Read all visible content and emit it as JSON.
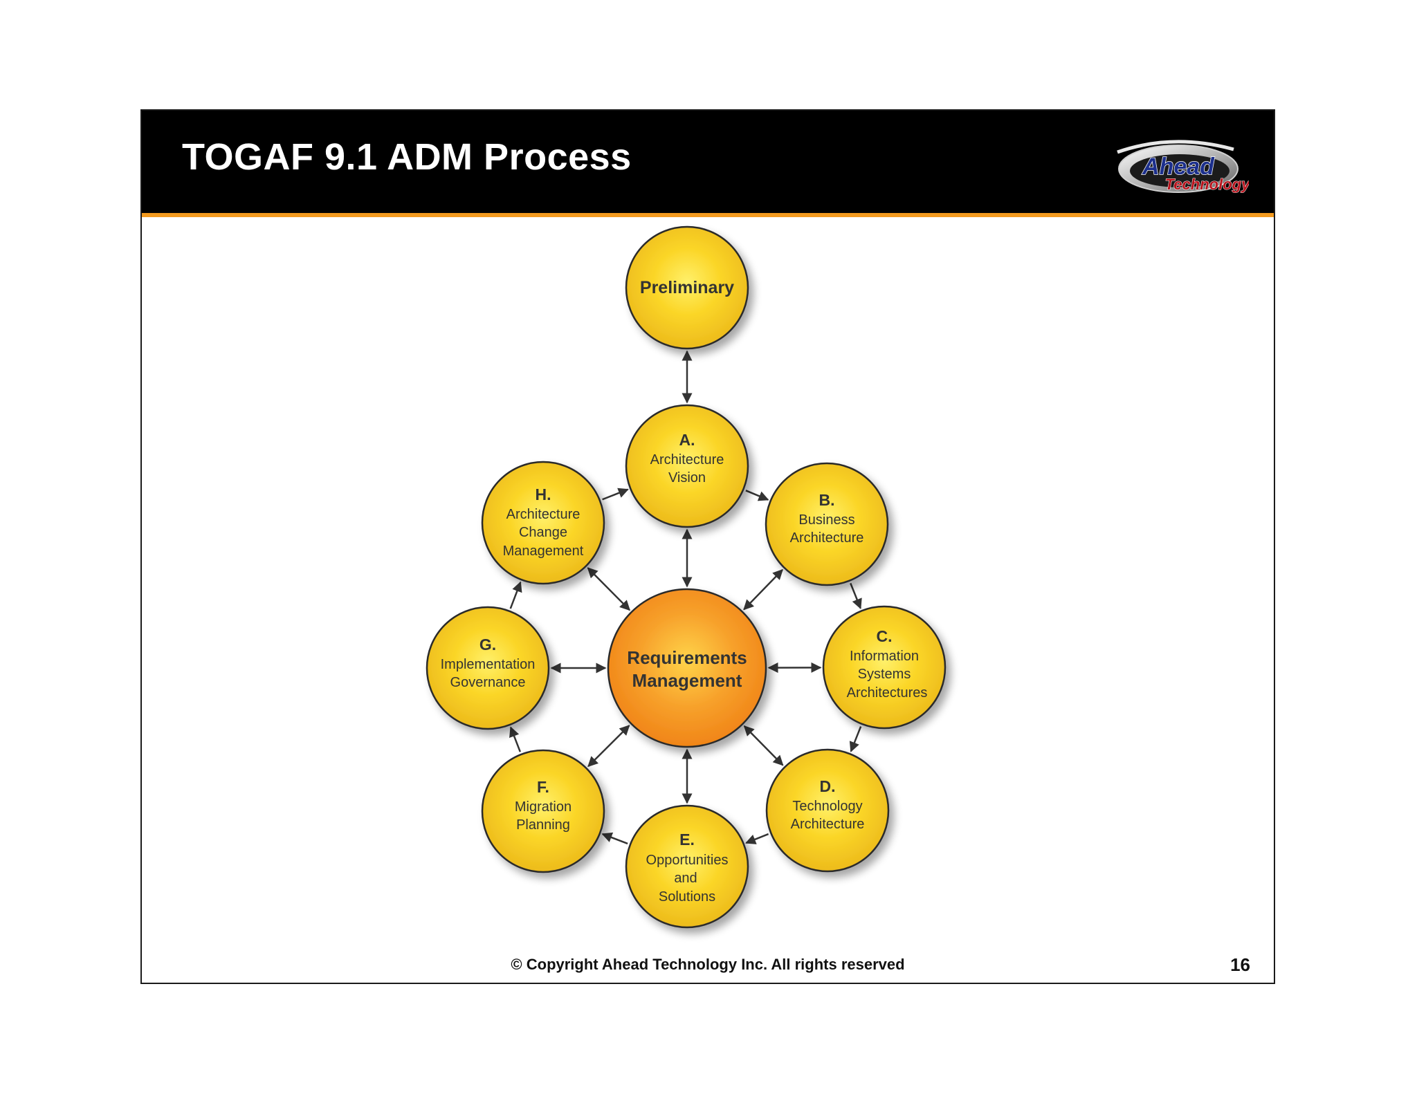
{
  "slide": {
    "title": "TOGAF 9.1 ADM Process",
    "footer": "© Copyright Ahead Technology Inc.  All rights reserved",
    "page_number": "16",
    "logo": {
      "word1": "Ahead",
      "word2": "Technology"
    }
  },
  "colors": {
    "header": "#000000",
    "accent_rule": "#f39a1e",
    "phase_fill": "#fbd628",
    "center_fill": "#f7941d",
    "outline": "#2b2b2b",
    "arrow": "#333333"
  },
  "diagram": {
    "nodes": {
      "preliminary": {
        "lines": [
          "Preliminary"
        ],
        "letter": ""
      },
      "center": {
        "lines": [
          "Requirements",
          "Management"
        ],
        "letter": ""
      },
      "a": {
        "letter": "A.",
        "lines": [
          "Architecture",
          "Vision"
        ]
      },
      "b": {
        "letter": "B.",
        "lines": [
          "Business",
          "Architecture"
        ]
      },
      "c": {
        "letter": "C.",
        "lines": [
          "Information",
          "Systems",
          "Architectures"
        ]
      },
      "d": {
        "letter": "D.",
        "lines": [
          "Technology",
          "Architecture"
        ]
      },
      "e": {
        "letter": "E.",
        "lines": [
          "Opportunities",
          "and",
          "Solutions"
        ]
      },
      "f": {
        "letter": "F.",
        "lines": [
          "Migration",
          "Planning"
        ]
      },
      "g": {
        "letter": "G.",
        "lines": [
          "Implementation",
          "Governance"
        ]
      },
      "h": {
        "letter": "H.",
        "lines": [
          "Architecture",
          "Change",
          "Management"
        ]
      }
    },
    "edges": [
      {
        "from": "preliminary",
        "to": "a",
        "type": "bidirectional"
      },
      {
        "from": "a",
        "to": "b",
        "type": "directed"
      },
      {
        "from": "b",
        "to": "c",
        "type": "directed"
      },
      {
        "from": "c",
        "to": "d",
        "type": "directed"
      },
      {
        "from": "d",
        "to": "e",
        "type": "directed"
      },
      {
        "from": "e",
        "to": "f",
        "type": "directed"
      },
      {
        "from": "f",
        "to": "g",
        "type": "directed"
      },
      {
        "from": "g",
        "to": "h",
        "type": "directed"
      },
      {
        "from": "h",
        "to": "a",
        "type": "directed"
      },
      {
        "from": "center",
        "to": "a",
        "type": "bidirectional"
      },
      {
        "from": "center",
        "to": "b",
        "type": "bidirectional"
      },
      {
        "from": "center",
        "to": "c",
        "type": "bidirectional"
      },
      {
        "from": "center",
        "to": "d",
        "type": "bidirectional"
      },
      {
        "from": "center",
        "to": "e",
        "type": "bidirectional"
      },
      {
        "from": "center",
        "to": "f",
        "type": "bidirectional"
      },
      {
        "from": "center",
        "to": "g",
        "type": "bidirectional"
      },
      {
        "from": "center",
        "to": "h",
        "type": "bidirectional"
      }
    ]
  }
}
